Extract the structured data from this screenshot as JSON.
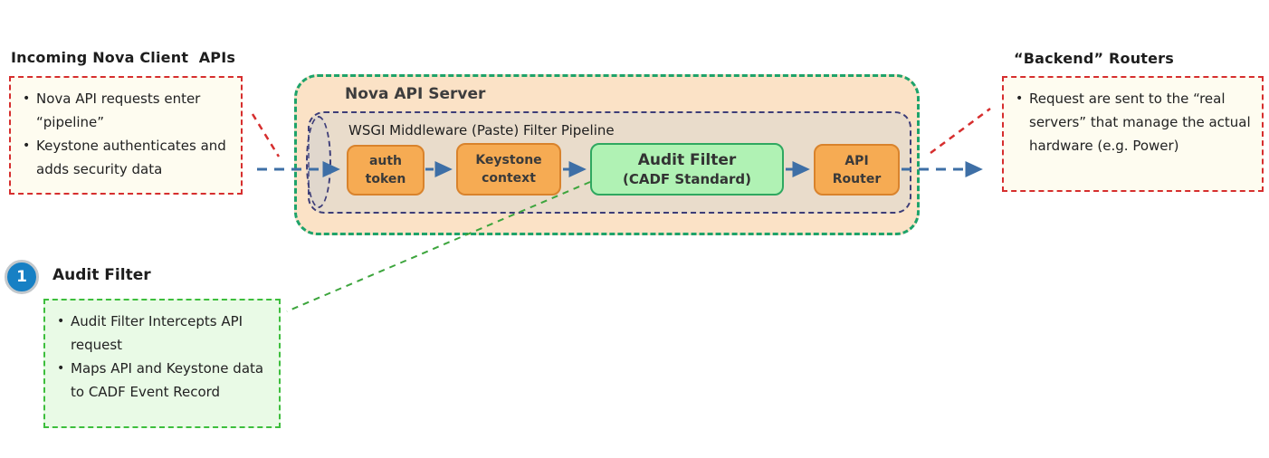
{
  "titles": {
    "incoming": "Incoming Nova Client  APIs",
    "backend": "“Backend” Routers"
  },
  "left_note": {
    "items": [
      "Nova API requests enter “pipeline”",
      "Keystone authenticates and adds security data"
    ]
  },
  "backend_note": {
    "items": [
      "Request are sent to the “real servers” that manage the actual hardware (e.g. Power)"
    ]
  },
  "nova": {
    "title": "Nova API Server",
    "wsgi_title": "WSGI Middleware (Paste) Filter Pipeline",
    "stages": {
      "auth": "auth\ntoken",
      "keystone": "Keystone\ncontext",
      "audit_line1": "Audit Filter",
      "audit_line2": "(CADF Standard)",
      "router": "API\nRouter"
    }
  },
  "step": {
    "number": "1",
    "heading": "Audit Filter",
    "items": [
      "Audit Filter Intercepts API request",
      "Maps API and Keystone data to CADF Event Record"
    ]
  },
  "colors": {
    "note_border_red": "#d62e2e",
    "note_bg_cream": "#fefcf0",
    "nova_border_green": "#1ea36a",
    "nova_bg_peach": "#fbe2c6",
    "wsgi_border_navy": "#3d3d78",
    "wsgi_bg_tan": "#e9dccb",
    "stage_orange_bg": "#f6ab53",
    "stage_orange_border": "#d9832c",
    "audit_green_bg": "#b0f2b4",
    "audit_green_border": "#2fa860",
    "arrow_blue": "#3e6fa6",
    "annotation_green_border": "#3dbe3d",
    "annotation_green_bg": "#e9fae6",
    "step_circle_blue": "#1780c4"
  }
}
